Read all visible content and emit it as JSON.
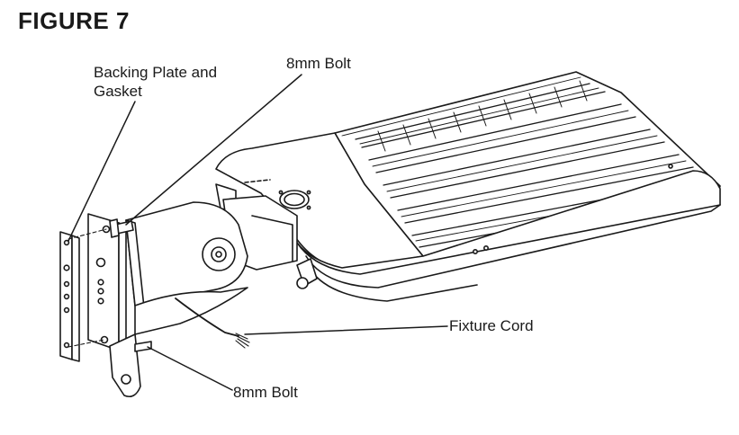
{
  "figure": {
    "title": "FIGURE 7"
  },
  "callouts": {
    "backing_plate": {
      "line1": "Backing Plate and",
      "line2": "Gasket"
    },
    "bolt_top": "8mm Bolt",
    "fixture_cord": "Fixture Cord",
    "bolt_bottom": "8mm Bolt"
  },
  "drawing": {
    "subject": "area-light-fixture-arm-mount",
    "line_color": "#1a1a1a",
    "fill_color": "#ffffff"
  }
}
